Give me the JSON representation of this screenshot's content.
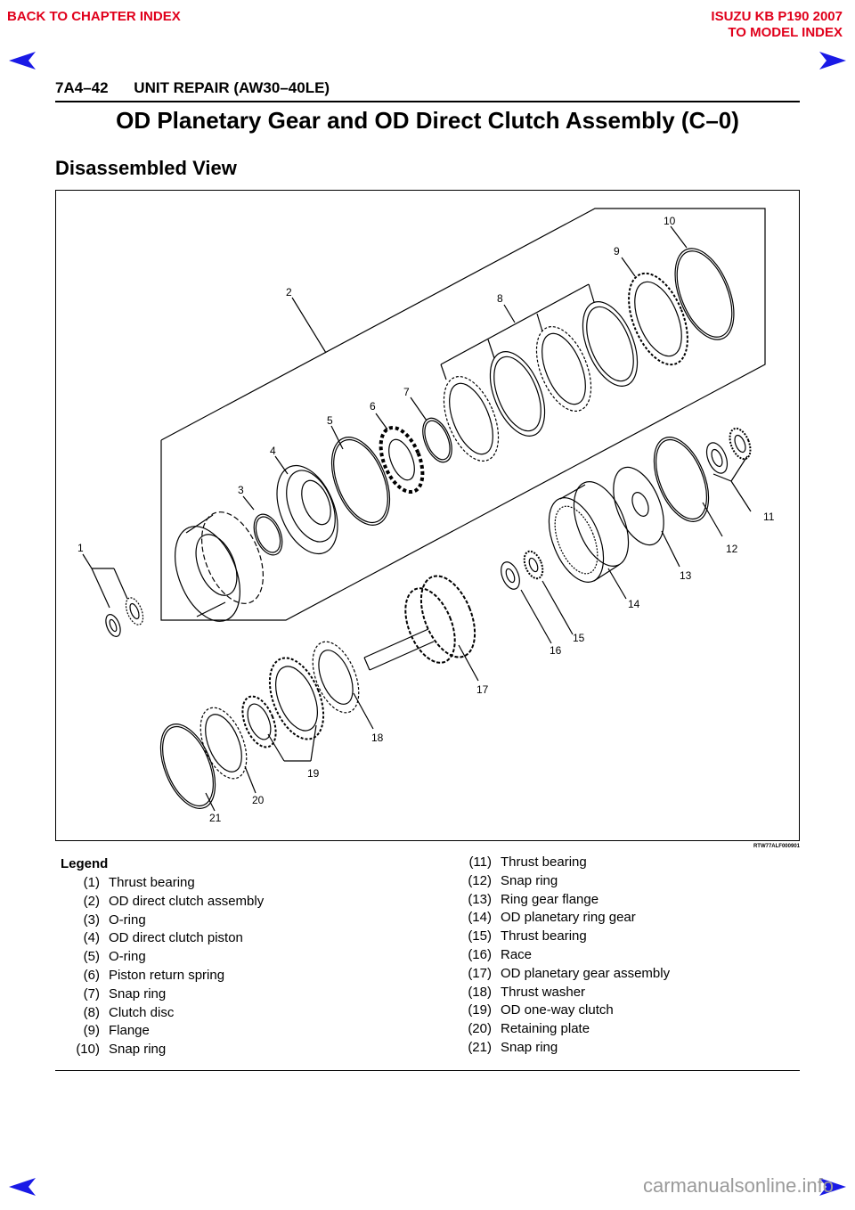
{
  "nav": {
    "back_label": "BACK TO CHAPTER INDEX",
    "model_line1": "ISUZU KB P190 2007",
    "model_line2": "TO MODEL INDEX",
    "arrow_color": "#1a1ae6"
  },
  "header": {
    "page_code": "7A4–42",
    "chapter": "UNIT REPAIR (AW30–40LE)"
  },
  "section_title": "OD Planetary Gear and OD Direct Clutch Assembly (C–0)",
  "subsection_title": "Disassembled View",
  "figure": {
    "code": "RTW77ALF000901",
    "callouts": [
      "1",
      "2",
      "3",
      "4",
      "5",
      "6",
      "7",
      "8",
      "9",
      "10",
      "11",
      "12",
      "13",
      "14",
      "15",
      "16",
      "17",
      "18",
      "19",
      "20",
      "21"
    ]
  },
  "legend": {
    "title": "Legend",
    "left": [
      {
        "num": "(1)",
        "text": "Thrust bearing"
      },
      {
        "num": "(2)",
        "text": "OD direct clutch assembly"
      },
      {
        "num": "(3)",
        "text": "O-ring"
      },
      {
        "num": "(4)",
        "text": "OD direct clutch piston"
      },
      {
        "num": "(5)",
        "text": "O-ring"
      },
      {
        "num": "(6)",
        "text": "Piston return spring"
      },
      {
        "num": "(7)",
        "text": "Snap ring"
      },
      {
        "num": "(8)",
        "text": "Clutch disc"
      },
      {
        "num": "(9)",
        "text": "Flange"
      },
      {
        "num": "(10)",
        "text": "Snap ring"
      }
    ],
    "right": [
      {
        "num": "(11)",
        "text": "Thrust bearing"
      },
      {
        "num": "(12)",
        "text": "Snap ring"
      },
      {
        "num": "(13)",
        "text": "Ring gear flange"
      },
      {
        "num": "(14)",
        "text": "OD planetary ring gear"
      },
      {
        "num": "(15)",
        "text": "Thrust bearing"
      },
      {
        "num": "(16)",
        "text": "Race"
      },
      {
        "num": "(17)",
        "text": "OD planetary gear assembly"
      },
      {
        "num": "(18)",
        "text": "Thrust washer"
      },
      {
        "num": "(19)",
        "text": "OD one-way clutch"
      },
      {
        "num": "(20)",
        "text": "Retaining plate"
      },
      {
        "num": "(21)",
        "text": "Snap ring"
      }
    ]
  },
  "watermark": "carmanualsonline.info"
}
